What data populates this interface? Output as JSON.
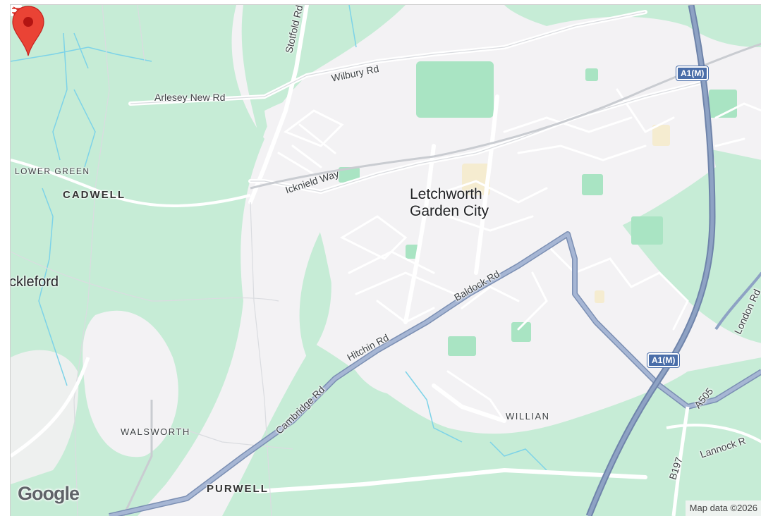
{
  "map": {
    "colors": {
      "land": "#f3f2f4",
      "green": "#c6ecd6",
      "park": "#a9e4c3",
      "road": "#ffffff",
      "major_road": "#aab8cf",
      "motorway": "#7b8fb3",
      "water": "#7dd3e8",
      "pin": "#ea4335"
    },
    "places": {
      "letchworth_line1": "Letchworth",
      "letchworth_line2": "Garden City",
      "lower_green": "LOWER GREEN",
      "cadwell": "CADWELL",
      "ickleford": "ckleford",
      "walsworth": "WALSWORTH",
      "purwell": "PURWELL",
      "willian": "WILLIAN"
    },
    "roads": {
      "stotfold": "Stotfold Rd",
      "wilbury": "Wilbury Rd",
      "arlesey": "Arlesey New Rd",
      "icknield": "Icknield Way",
      "baldock": "Baldock Rd",
      "hitchin": "Hitchin Rd",
      "cambridge": "Cambridge Rd",
      "london": "London Rd",
      "a505": "A505",
      "b197": "B197",
      "lannock": "Lannock R"
    },
    "shields": {
      "a1m_top": "A1(M)",
      "a1m_bottom": "A1(M)"
    },
    "icons": {
      "marker": "map-pin-icon",
      "station": "train-station-icon"
    },
    "logo": "Google",
    "attribution": "Map data ©2026"
  }
}
